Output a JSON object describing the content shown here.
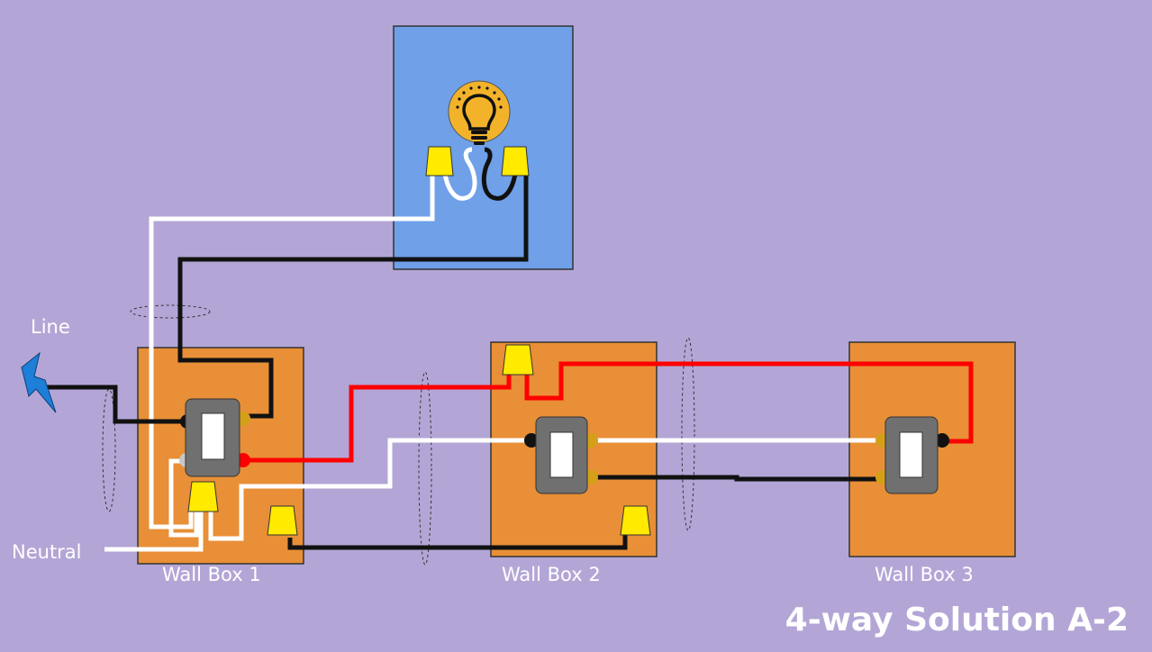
{
  "labels": {
    "line": "Line",
    "neutral": "Neutral",
    "wall_box_1": "Wall Box 1",
    "wall_box_2": "Wall Box 2",
    "wall_box_3": "Wall Box 3"
  },
  "title": "4-way Solution A-2",
  "colors": {
    "background": "#b3a6d6",
    "wall_box": "#e88f37",
    "fixture_box": "#6fa0e8",
    "hot_wire": "#111111",
    "neutral_wire": "#ffffff",
    "traveler_wire": "#ff0000",
    "wire_nut": "#ffea00",
    "switch_body": "#707070",
    "lightning": "#1e7fd8"
  }
}
